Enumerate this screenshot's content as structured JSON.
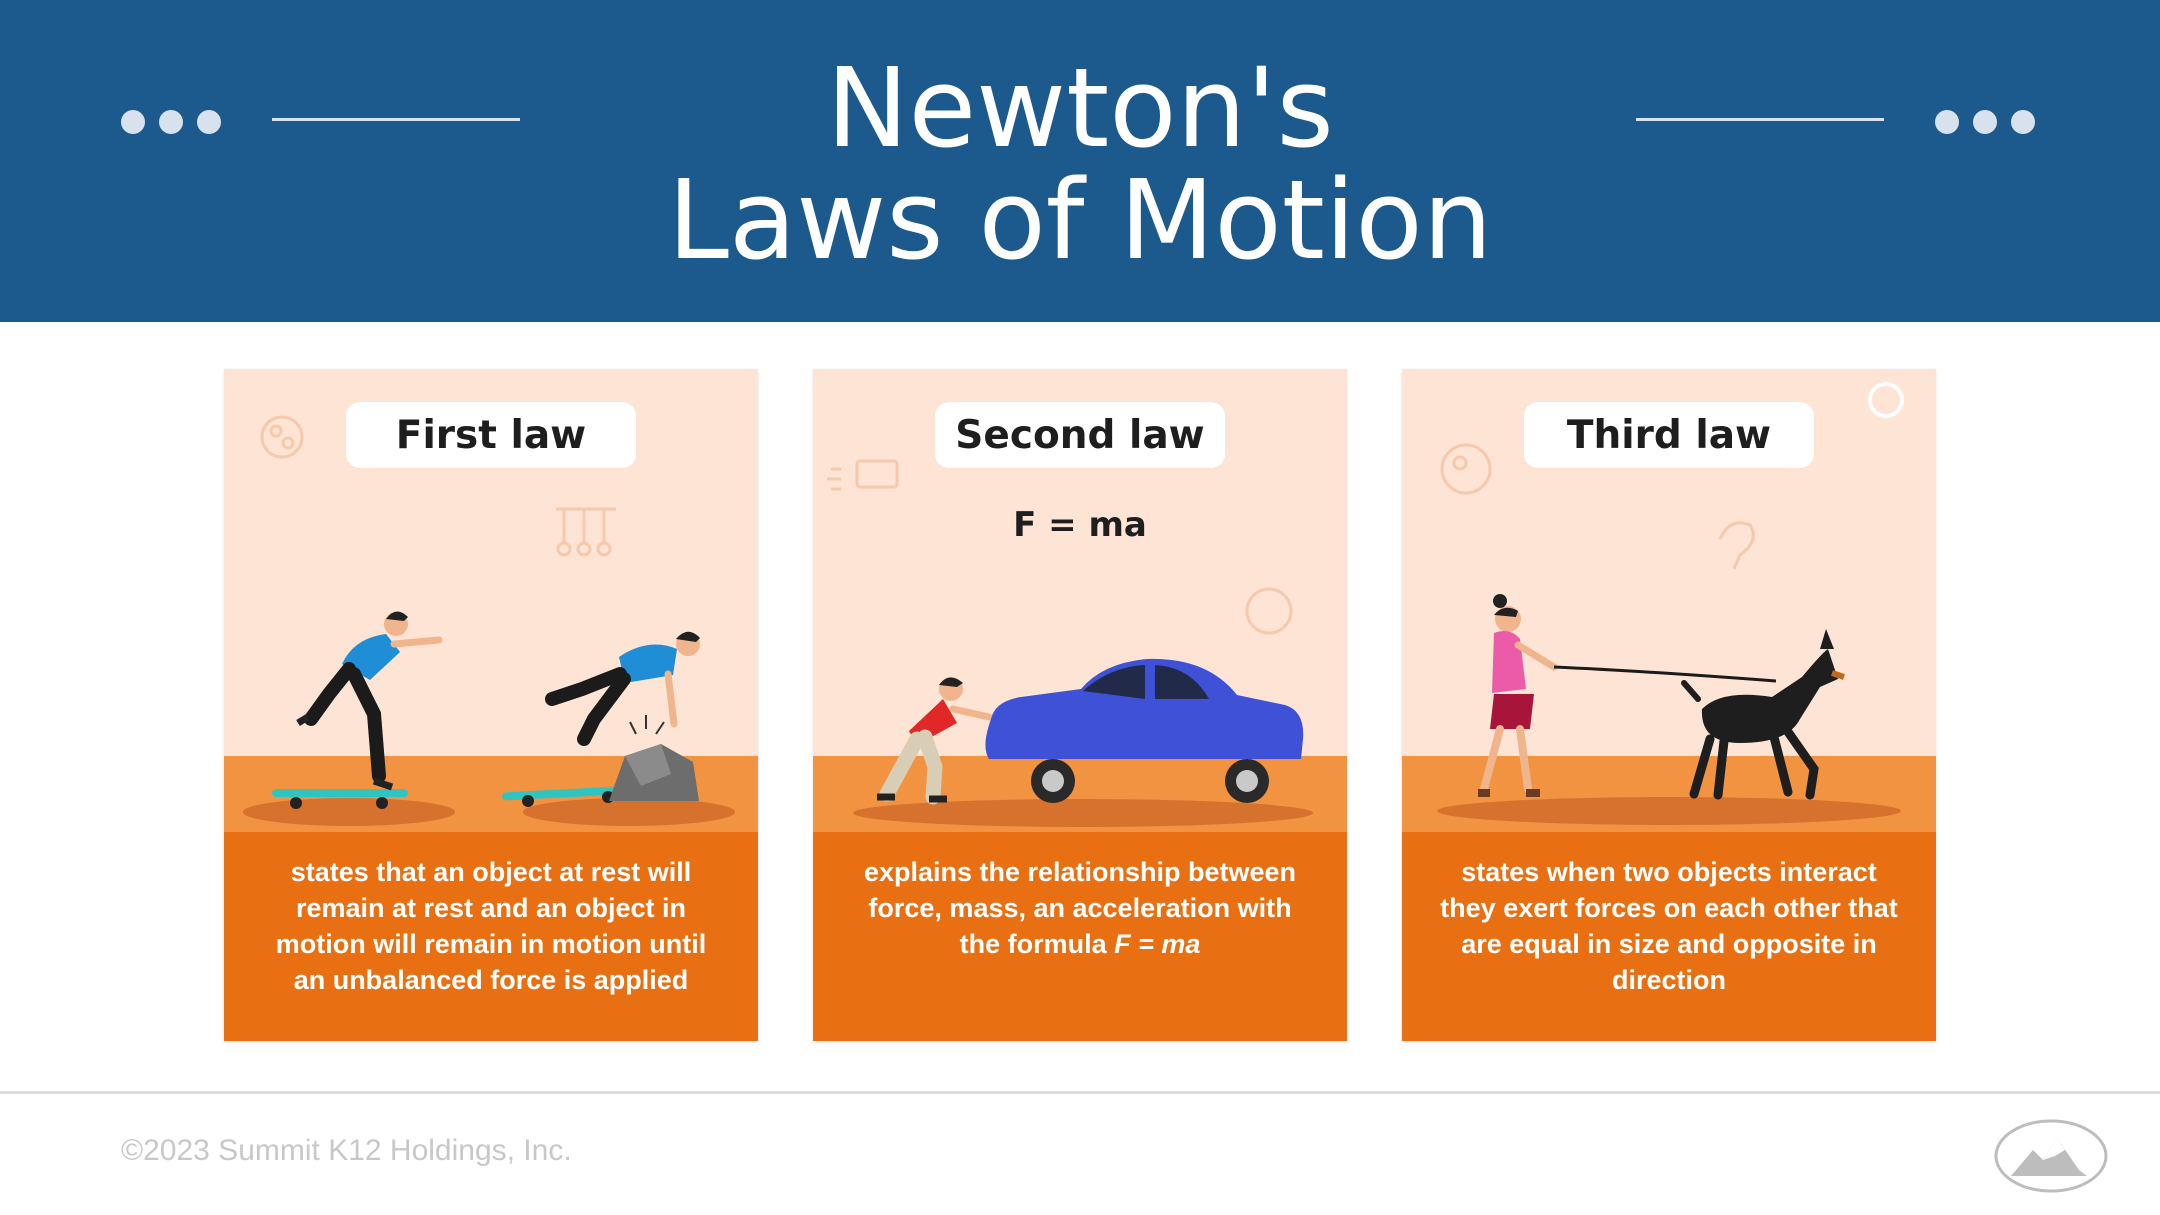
{
  "header": {
    "title_line1": "Newton's",
    "title_line2": "Laws of Motion"
  },
  "cards": [
    {
      "heading": "First law",
      "description": "states that an object at rest will remain at rest and an object in motion will remain in motion until an unbalanced force is applied"
    },
    {
      "heading": "Second law",
      "formula": "F = ma",
      "description_prefix": "explains the relationship between force, mass, an acceleration with the formula ",
      "description_formula": "F = ma"
    },
    {
      "heading": "Third law",
      "description": "states when two objects interact they exert forces on each other that are equal in size and opposite in direction"
    }
  ],
  "footer": {
    "copyright": "©2023 Summit K12 Holdings, Inc."
  },
  "colors": {
    "header": "#1c5a8e",
    "card_bg": "#fde4d4",
    "ground": "#f29342",
    "description_bg": "#e87013",
    "car": "#3f51d6"
  },
  "icons": [
    "dots-icon",
    "skateboarder-icon",
    "falling-skateboarder-icon",
    "rock-icon",
    "pushing-man-icon",
    "car-icon",
    "woman-icon",
    "dog-icon",
    "leash-icon",
    "mountain-logo-icon"
  ]
}
